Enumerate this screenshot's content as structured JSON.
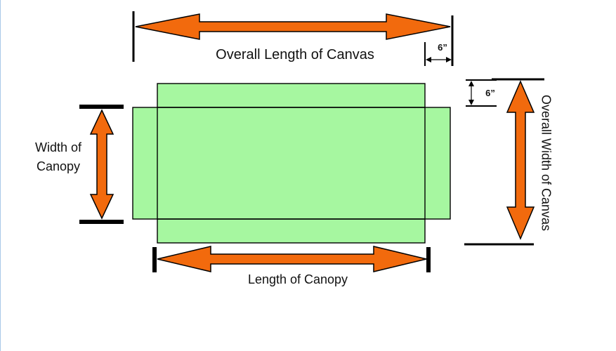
{
  "labels": {
    "overall_length": "Overall Length of Canvas",
    "overall_width": "Overall Width of Canvas",
    "width_of_canopy_line1": "Width of",
    "width_of_canopy_line2": "Canopy",
    "length_of_canopy": "Length of Canopy",
    "offset_top": "6”",
    "offset_right": "6”"
  },
  "colors": {
    "canvas_fill": "#a6f7a0",
    "outline": "#000000",
    "arrow_fill": "#f26a0d",
    "arrow_stroke": "#000000",
    "left_edge": "#a9c8e8",
    "background": "#ffffff"
  }
}
